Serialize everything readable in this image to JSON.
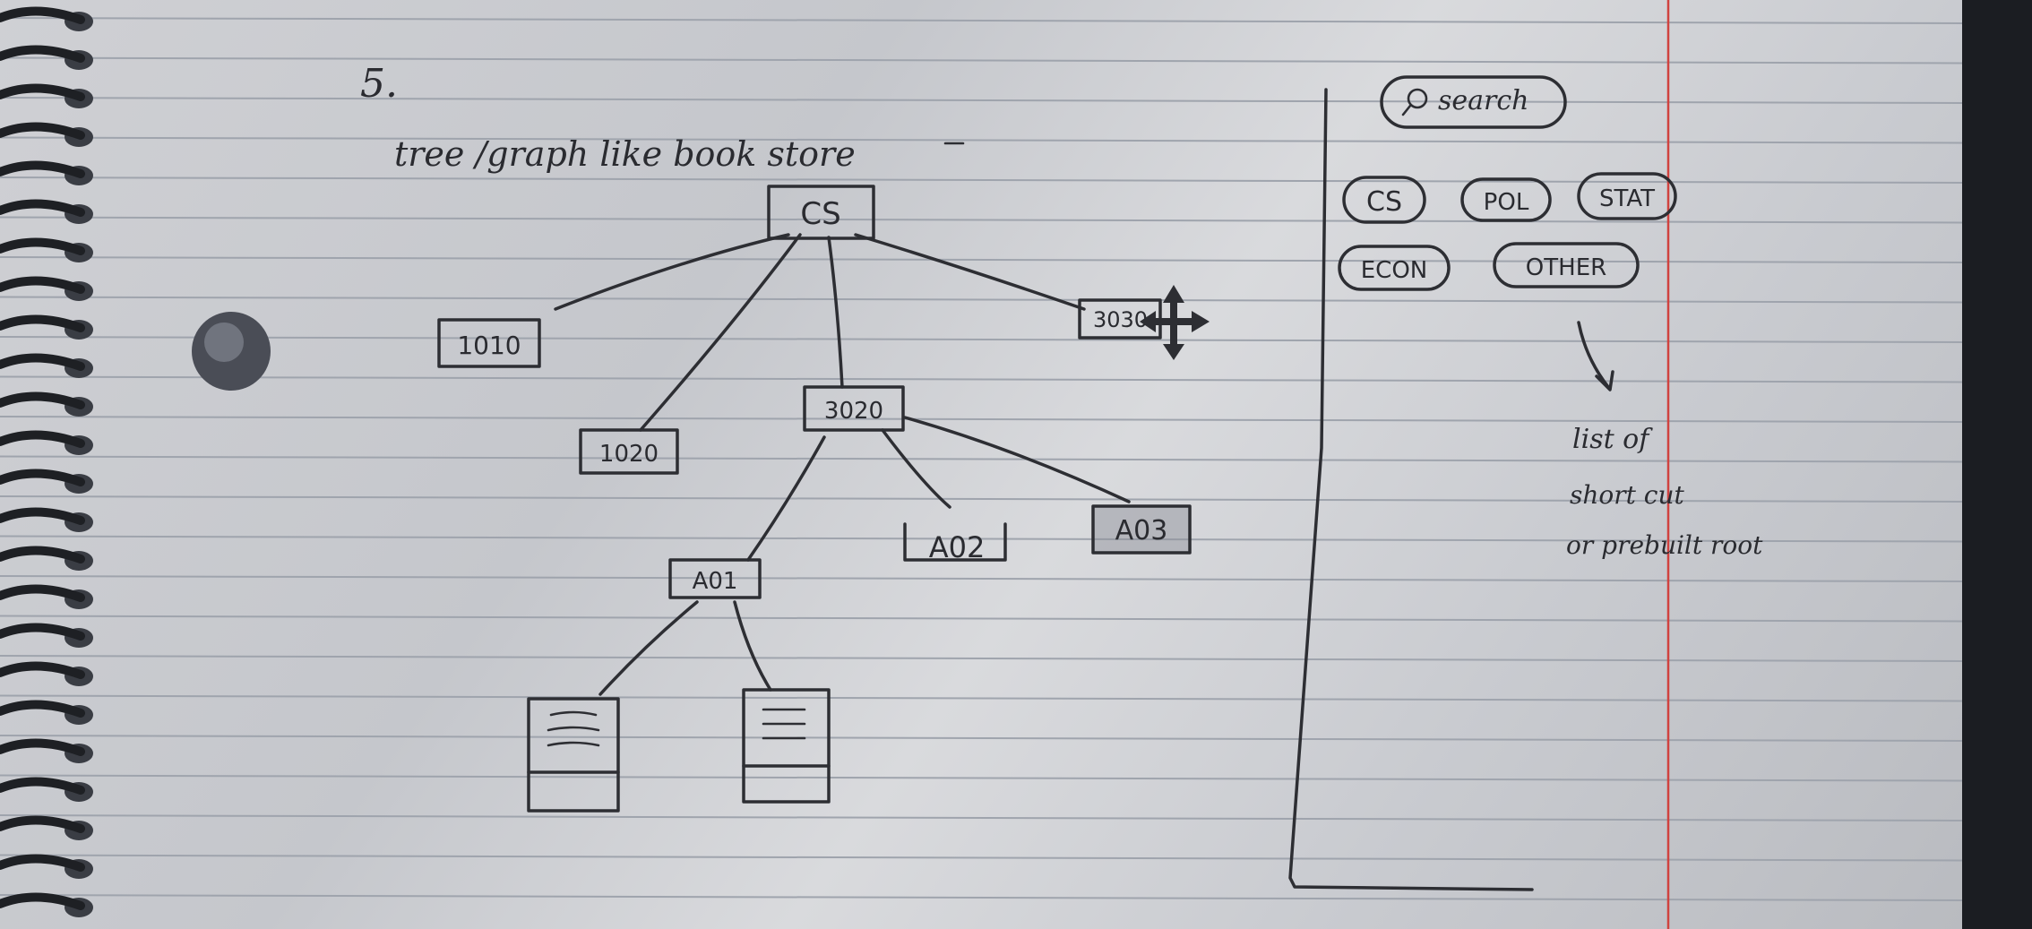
{
  "page_number": "5.",
  "heading": "tree /graph like book store",
  "tree": {
    "root": "CS",
    "level1": [
      "1010",
      "3020",
      "1020",
      "3030"
    ],
    "level2": [
      "A01",
      "A02",
      "A03"
    ]
  },
  "sidebar": {
    "search_label": "search",
    "categories": [
      "CS",
      "POL",
      "STAT",
      "ECON",
      "OTHER"
    ],
    "note_lines": [
      "list of",
      "short cut",
      "or prebuilt root"
    ]
  },
  "colors": {
    "paper": "#cfd0d4",
    "rule_line": "#9fa4ad",
    "margin_line": "#d0423f",
    "ink": "#2d2e33"
  }
}
